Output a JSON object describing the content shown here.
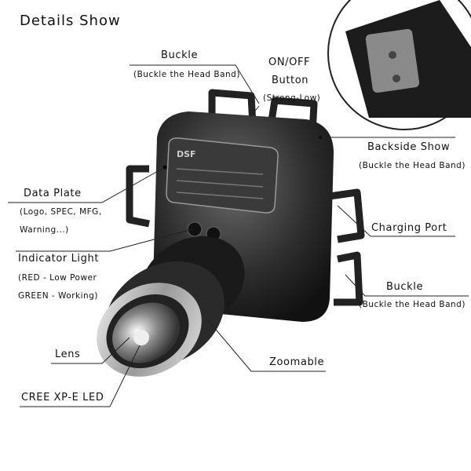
{
  "title": "Details Show",
  "product_logo_text": "DSF",
  "callouts": {
    "buckle_top": {
      "label": "Buckle",
      "note": "(Buckle the Head Band)"
    },
    "on_off": {
      "label_line1": "ON/OFF",
      "label_line2": "Button",
      "note": "(Strong-Low)"
    },
    "backside": {
      "label": "Backside Show",
      "note": "(Buckle the Head Band)"
    },
    "data_plate": {
      "label": "Data Plate",
      "note_line1": "(Logo, SPEC, MFG,",
      "note_line2": "Warning...)"
    },
    "charging_port": {
      "label": "Charging Port"
    },
    "indicator": {
      "label": "Indicator Light",
      "note_line1": "(RED - Low Power",
      "note_line2": "GREEN - Working)"
    },
    "buckle_right": {
      "label": "Buckle",
      "note": "(Buckle the Head Band)"
    },
    "lens": {
      "label": "Lens"
    },
    "zoomable": {
      "label": "Zoomable"
    },
    "led": {
      "label": "CREE XP-E LED"
    }
  }
}
